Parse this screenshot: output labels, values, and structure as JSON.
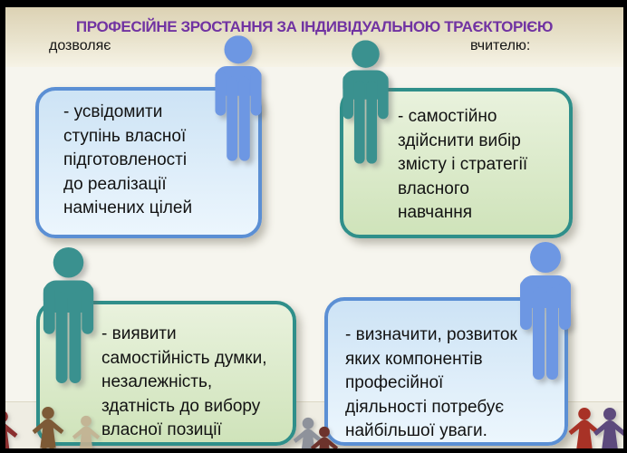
{
  "slide": {
    "title": "ПРОФЕСІЙНЕ ЗРОСТАННЯ ЗА ІНДИВІДУАЛЬНОЮ ТРАЄКТОРІЄЮ",
    "label_left": "дозволяє",
    "label_right": "вчителю:"
  },
  "boxes": [
    {
      "id": "box-1",
      "theme": "blue",
      "text": "- усвідомити\nступінь власної\nпідготовленості\nдо реалізації\nнамічених цілей"
    },
    {
      "id": "box-2",
      "theme": "green",
      "text": "- самостійно\nздійснити вибір\nзмісту і стратегії\nвласного\nнавчання"
    },
    {
      "id": "box-3",
      "theme": "green",
      "text": "- виявити\nсамостійність думки,\nнезалежність,\nздатність до вибору\nвласної позиції"
    },
    {
      "id": "box-4",
      "theme": "blue",
      "text": "- визначити, розвиток\nяких компонентів\nпрофесійної\nдіяльності потребує\nнайбільшої уваги."
    }
  ],
  "icons": {
    "person_top_left": "person-icon",
    "person_top_right": "person-icon",
    "person_bottom_left": "person-icon",
    "person_bottom_right": "person-icon",
    "paper_dolls": "paper-doll-chain-icon"
  },
  "colors": {
    "title_purple": "#7133a2",
    "person_blue": "#6d97e3",
    "person_teal": "#3a918f",
    "border_blue": "#5b8fd4",
    "border_teal": "#2f8f8a",
    "header_beige": "#dcd2b4",
    "doll_darkred": "#8a2e2e",
    "doll_brown": "#7d5a36",
    "doll_tan": "#c2b091",
    "doll_gray": "#8e929b",
    "doll_maroon": "#6d332c",
    "doll_red": "#a83226",
    "doll_purple": "#5d4a7d"
  }
}
